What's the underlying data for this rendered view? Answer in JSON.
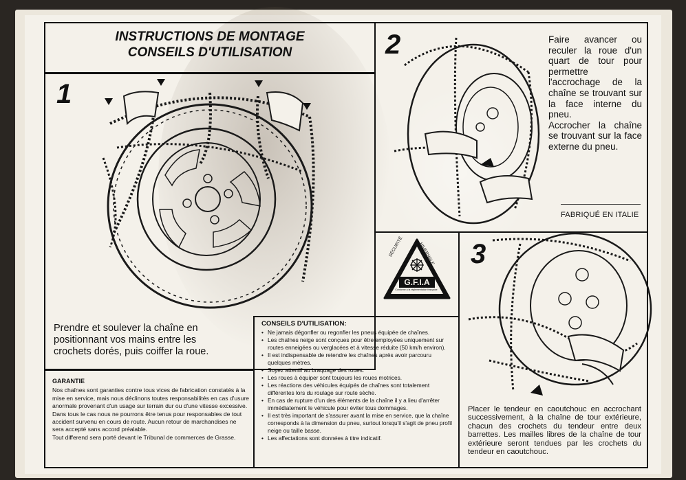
{
  "header": {
    "line1": "INSTRUCTIONS DE MONTAGE",
    "line2": "CONSEILS D'UTILISATION"
  },
  "step1": {
    "number": "1",
    "caption": "Prendre et soulever la chaîne en positionnant vos mains entre les crochets dorés, puis coiffer la roue."
  },
  "step2": {
    "number": "2",
    "text_a": "Faire avancer ou reculer la roue d'un quart de tour pour permettre l'accrochage de la chaîne se trouvant sur la face interne du pneu.",
    "text_b": "Accrocher la chaîne se trouvant sur la face externe du pneu.",
    "made_in": "FABRIQUÉ EN ITALIE"
  },
  "step3": {
    "number": "3",
    "caption": "Placer le tendeur en caoutchouc en accrochant successivement, à la chaîne de tour extérieure, chacun des crochets du tendeur entre deux barrettes. Les mailles libres de la chaîne de tour extérieure seront tendues par les crochets du tendeur en caoutchouc."
  },
  "logo": {
    "arc_left": "SÉCURITÉ",
    "arc_right": "HIVERNALE",
    "name": "G.F.I.A",
    "subtitle": "Conforme à la réglementation française"
  },
  "guarantee": {
    "heading": "GARANTIE",
    "body": "Nos chaînes sont garanties contre tous vices de fabrication constatés à la mise en service, mais nous déclinons toutes responsabilités en cas d'usure anormale provenant d'un usage sur terrain dur ou d'une vitesse excessive.",
    "body2": "Dans tous le cas nous ne pourrons être tenus pour responsables de tout accident survenu en cours de route. Aucun retour de marchandises ne sera accepté sans accord préalable.",
    "body3": "Tout differend sera porté devant le Tribunal de commerces de Grasse."
  },
  "advice": {
    "heading": "CONSEILS D'UTILISATION:",
    "items": [
      "Ne jamais dégonfler ou regonfler les pneus équipée de chaînes.",
      "Les chaînes neige sont conçues pour être employées uniquement sur routes enneigées ou verglacées et à vitesse réduite (50 km/h environ).",
      "Il est indispensable de retendre les chaînes après avoir parcouru quelques mètres.",
      "Soyez attentif au braquage des roues.",
      "Les roues à équiper sont toujours les roues motrices.",
      "Les réactions des véhicules équipés de chaînes sont totalement différentes lors du roulage sur route sèche.",
      "En cas de rupture d'un des éléments de la chaîne il y a lieu d'arrêter immédiatement le véhicule pour éviter tous dommages.",
      "Il est très important de s'assurer avant la mise en service, que la chaîne corresponds à la dimension du pneu, surtout lorsqu'il s'agit de pneu profil neige ou taille basse.",
      "Les affectations sont données à titre indicatif."
    ]
  },
  "colors": {
    "ink": "#111111",
    "paper": "#f4f1ea",
    "shadow": "#b7ada0"
  }
}
